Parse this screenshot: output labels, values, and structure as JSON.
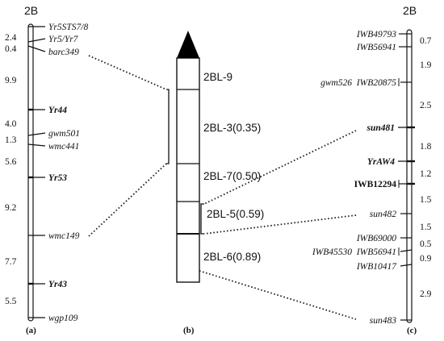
{
  "map_a": {
    "title": "2B",
    "panel": "(a)",
    "markers": [
      {
        "name": "Yr5STS7/8",
        "bold": false
      },
      {
        "name": "Yr5/Yr7",
        "bold": false
      },
      {
        "name": "barc349",
        "bold": false
      },
      {
        "name": "Yr44",
        "bold": true
      },
      {
        "name": "gwm501",
        "bold": false
      },
      {
        "name": "wmc441",
        "bold": false
      },
      {
        "name": "Yr53",
        "bold": true
      },
      {
        "name": "wmc149",
        "bold": false
      },
      {
        "name": "Yr43",
        "bold": true
      },
      {
        "name": "wgp109",
        "bold": false
      }
    ],
    "intervals": [
      "2.4",
      "0.4",
      "9.9",
      "4.0",
      "1.3",
      "5.6",
      "9.2",
      "7.7",
      "5.5"
    ]
  },
  "bin_map": {
    "panel": "(b)",
    "bins": [
      "2BL-9",
      "2BL-3(0.35)",
      "2BL-7(0.50)",
      "2BL-5(0.59)",
      "2BL-6(0.89)"
    ]
  },
  "map_c": {
    "title": "2B",
    "panel": "(c)",
    "markers": [
      {
        "name": "IWB49793",
        "bold": false,
        "italic": true
      },
      {
        "name": "IWB56941",
        "bold": false,
        "italic": true
      },
      {
        "name": "gwm526  IWB20875",
        "bold": false,
        "italic": true
      },
      {
        "name": "sun481",
        "bold": true,
        "italic": true
      },
      {
        "name": "YrAW4",
        "bold": true,
        "italic": true
      },
      {
        "name": "IWB12294",
        "bold": true,
        "italic": false
      },
      {
        "name": "sun482",
        "bold": false,
        "italic": true
      },
      {
        "name": "IWB69000",
        "bold": false,
        "italic": true
      },
      {
        "name": "IWB45530  IWB56941",
        "bold": false,
        "italic": true
      },
      {
        "name": "IWB10417",
        "bold": false,
        "italic": true
      },
      {
        "name": "sun483",
        "bold": false,
        "italic": true
      }
    ],
    "intervals": [
      "0.7",
      "1.9",
      "2.5",
      "1.8",
      "1.2",
      "1.5",
      "1.5",
      "0.5",
      "0.9",
      "2.9"
    ]
  }
}
